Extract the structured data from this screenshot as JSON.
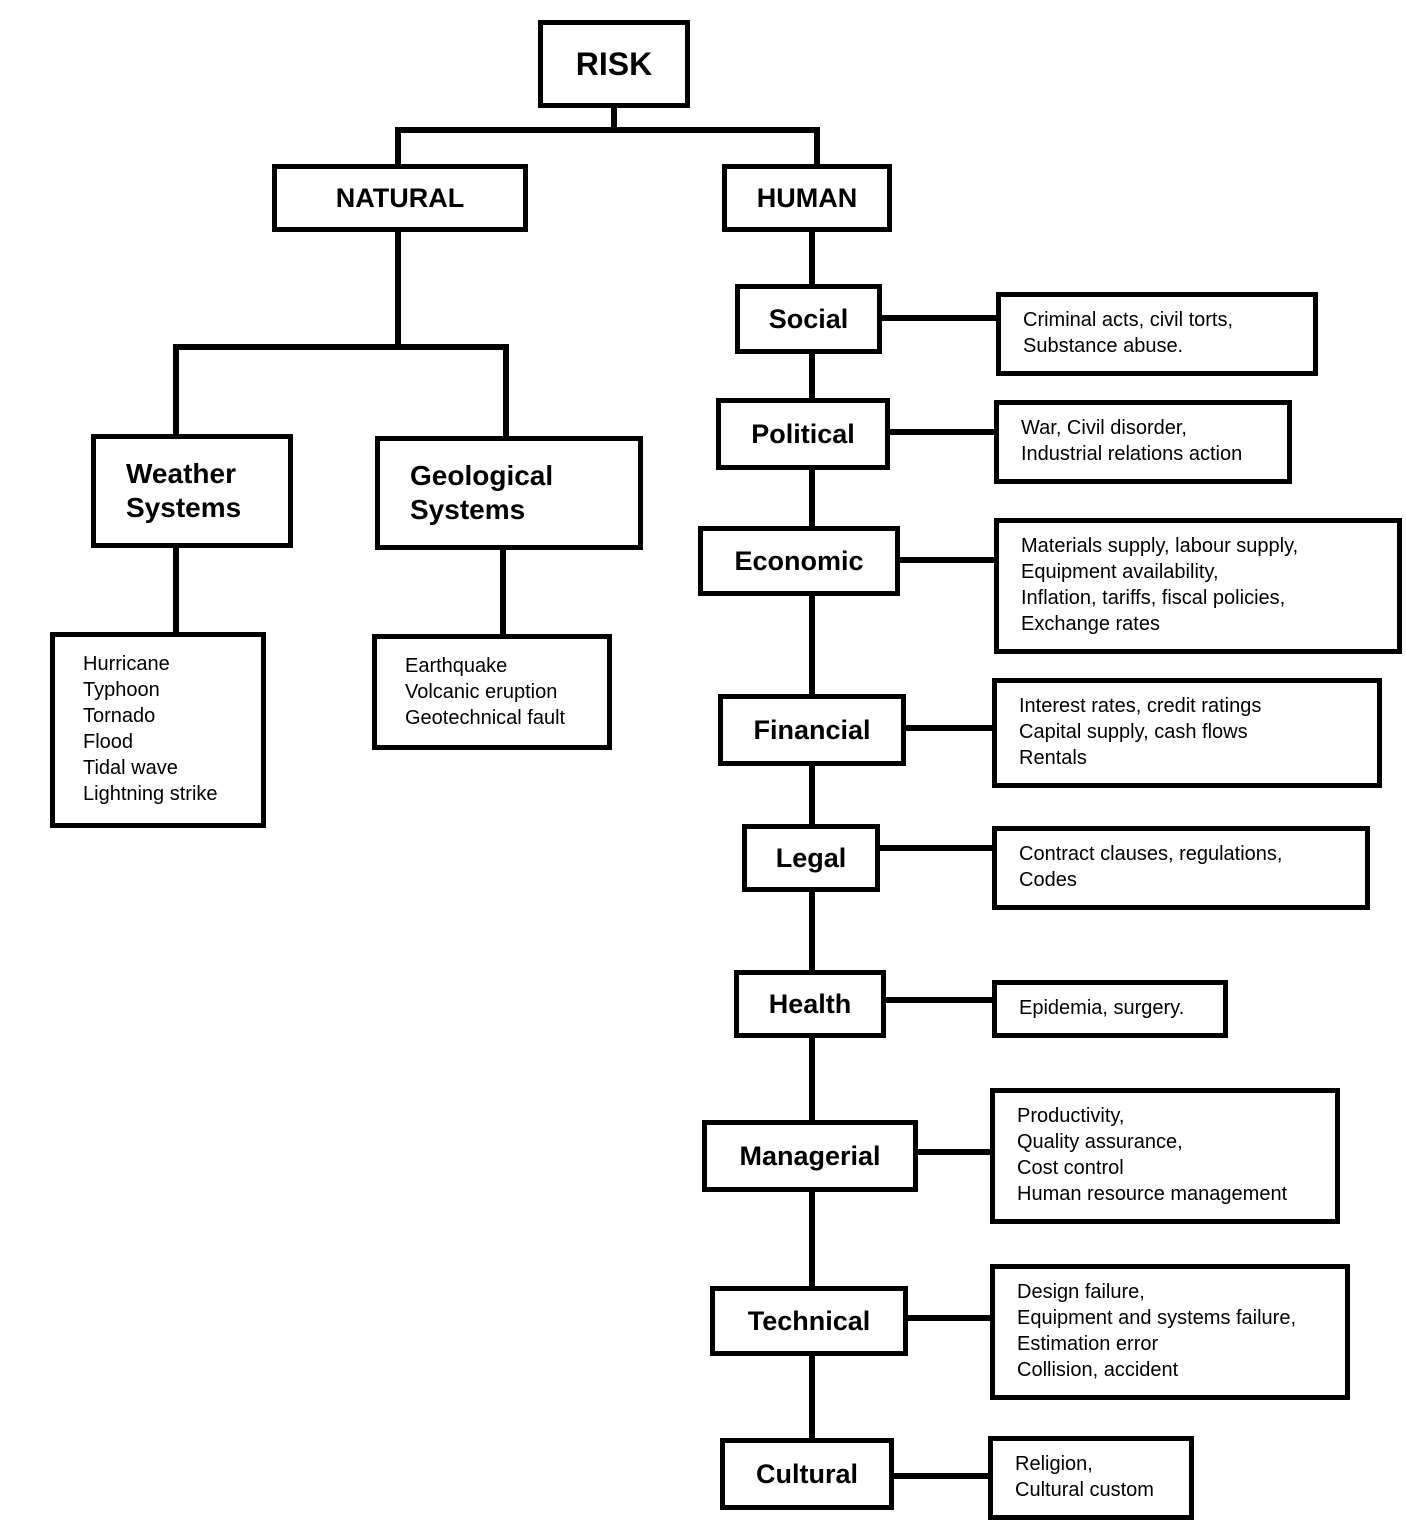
{
  "root": "RISK",
  "natural": {
    "label": "NATURAL",
    "weather": {
      "label": [
        "Weather",
        "Systems"
      ],
      "items": [
        "Hurricane",
        "Typhoon",
        "Tornado",
        "Flood",
        "Tidal wave",
        "Lightning strike"
      ]
    },
    "geological": {
      "label": [
        "Geological",
        "Systems"
      ],
      "items": [
        "Earthquake",
        "Volcanic eruption",
        "Geotechnical fault"
      ]
    }
  },
  "human": {
    "label": "HUMAN",
    "categories": [
      {
        "label": "Social",
        "items": [
          "Criminal acts, civil torts,",
          "Substance abuse."
        ]
      },
      {
        "label": "Political",
        "items": [
          "War, Civil disorder,",
          "Industrial relations action"
        ]
      },
      {
        "label": "Economic",
        "items": [
          "Materials supply, labour supply,",
          "Equipment availability,",
          "Inflation, tariffs, fiscal policies,",
          "Exchange rates"
        ]
      },
      {
        "label": "Financial",
        "items": [
          "Interest  rates, credit ratings",
          "Capital supply, cash flows",
          "Rentals"
        ]
      },
      {
        "label": "Legal",
        "items": [
          "Contract clauses, regulations,",
          "Codes"
        ]
      },
      {
        "label": "Health",
        "items": [
          "Epidemia, surgery."
        ]
      },
      {
        "label": "Managerial",
        "items": [
          "Productivity,",
          "Quality assurance,",
          "Cost control",
          "Human resource management"
        ]
      },
      {
        "label": "Technical",
        "items": [
          "Design failure,",
          "Equipment and systems failure,",
          "Estimation error",
          "Collision, accident"
        ]
      },
      {
        "label": "Cultural",
        "items": [
          "Religion,",
          "Cultural custom"
        ]
      }
    ]
  }
}
